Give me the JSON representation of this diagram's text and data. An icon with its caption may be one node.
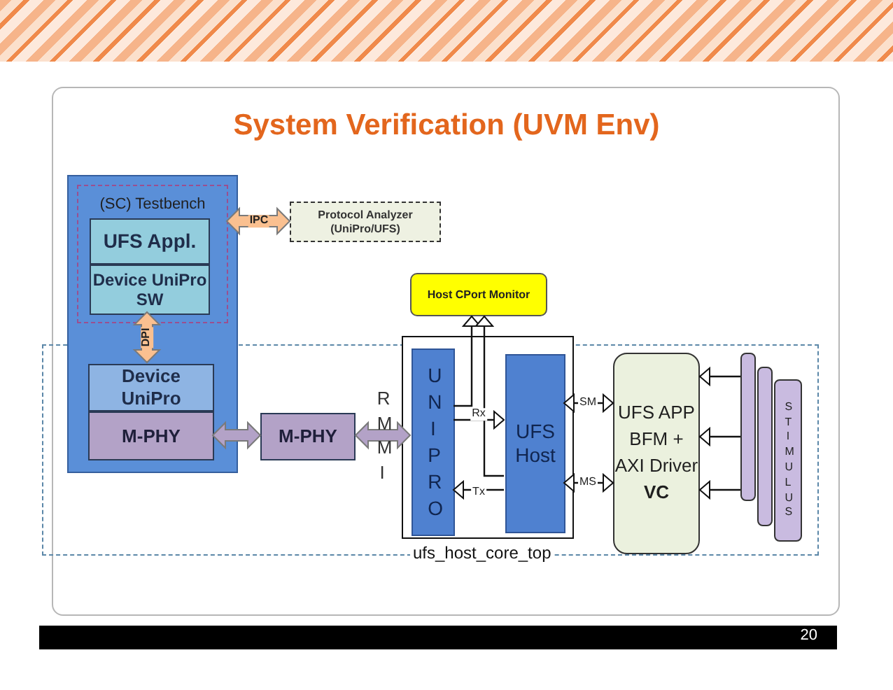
{
  "diagram": {
    "title": "System Verification (UVM Env)",
    "nodes": [
      {
        "text": [],
        "shape": "box"
      },
      {
        "text": [
          "(SC) Testbench"
        ],
        "in": 0
      },
      {
        "text": [
          "UFS Appl."
        ],
        "in": 1
      },
      {
        "text": [
          "Device UniPro SW"
        ],
        "in": 1
      },
      {
        "text": [
          "Device UniPro"
        ],
        "in": 0
      },
      {
        "text": [
          "M-PHY"
        ],
        "in": 0
      },
      {
        "text": [
          "Protocol Analyzer (UniPro/UFS)"
        ]
      },
      {
        "text": [
          "M-PHY"
        ]
      },
      {
        "text": [
          "Host CPort Monitor"
        ]
      },
      {
        "text": [],
        "shape": "box",
        "beside": [
          "ufs_host_core_top"
        ]
      },
      {
        "text": [
          "UNIPRO"
        ],
        "in": 9
      },
      {
        "text": [
          "UFS Host"
        ],
        "in": 9
      },
      {
        "text": [
          "UFS APP BFM + AXI Driver **VC**"
        ]
      },
      {
        "text": [],
        "shape": "box"
      },
      {
        "text": [],
        "shape": "box"
      },
      {
        "text": [
          "STIMULUS"
        ]
      }
    ],
    "edges": [
      {
        "from": 1,
        "to": 6,
        "arrow": "both",
        "label": "IPC",
        "style": "thick",
        "color": "#fac090"
      },
      {
        "from": 3,
        "to": 4,
        "arrow": "both",
        "label": "DPI",
        "style": "thick",
        "color": "#fac090"
      },
      {
        "from": 5,
        "to": 7,
        "arrow": "both",
        "style": "thick",
        "color": "#b3a2c7"
      },
      {
        "from": 7,
        "to": 10,
        "arrow": "both",
        "label": "RMMI",
        "style": "thick",
        "color": "#b3a2c7"
      },
      {
        "from": 10,
        "to": 11,
        "arrow": "to",
        "label": "Rx"
      },
      {
        "from": 11,
        "to": 10,
        "arrow": "to",
        "label": "Tx"
      },
      {
        "from": 10,
        "to": 8,
        "arrow": "to"
      },
      {
        "from": 11,
        "to": 8,
        "arrow": "to"
      },
      {
        "from": 11,
        "to": 12,
        "arrow": "both",
        "label": "SM"
      },
      {
        "from": 11,
        "to": 12,
        "arrow": "both",
        "label": "MS"
      },
      {
        "from": 13,
        "to": 12,
        "arrow": "to"
      },
      {
        "from": 13,
        "to": 12,
        "arrow": "to"
      },
      {
        "from": 13,
        "to": 12,
        "arrow": "to"
      }
    ],
    "labels": [
      "20"
    ]
  }
}
